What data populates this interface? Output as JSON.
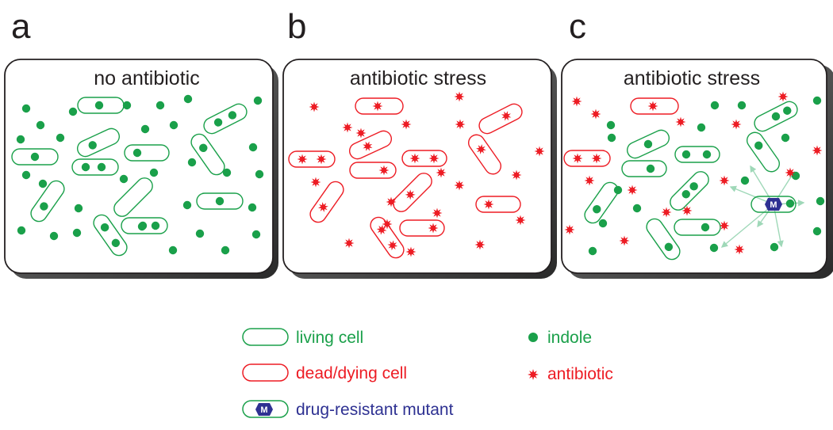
{
  "panels": [
    {
      "letter": "a",
      "title": "no antibiotic"
    },
    {
      "letter": "b",
      "title": "antibiotic stress"
    },
    {
      "letter": "c",
      "title": "antibiotic stress"
    }
  ],
  "legend": {
    "living_cell": "living cell",
    "dead_cell": "dead/dying cell",
    "mutant": "drug-resistant mutant",
    "mutant_badge": "M",
    "indole": "indole",
    "antibiotic": "antibiotic"
  },
  "colors": {
    "living": "#1aa04a",
    "dead": "#ed1c24",
    "mutant": "#2e3192",
    "signal": "#9fd8b8",
    "panel_border": "#231f20"
  },
  "icons": {
    "living_cell": "rounded-capsule-outline-green",
    "dead_cell": "rounded-capsule-outline-red",
    "mutant": "green-capsule-with-blue-m-badge",
    "indole": "green-dot",
    "antibiotic": "red-starburst"
  }
}
